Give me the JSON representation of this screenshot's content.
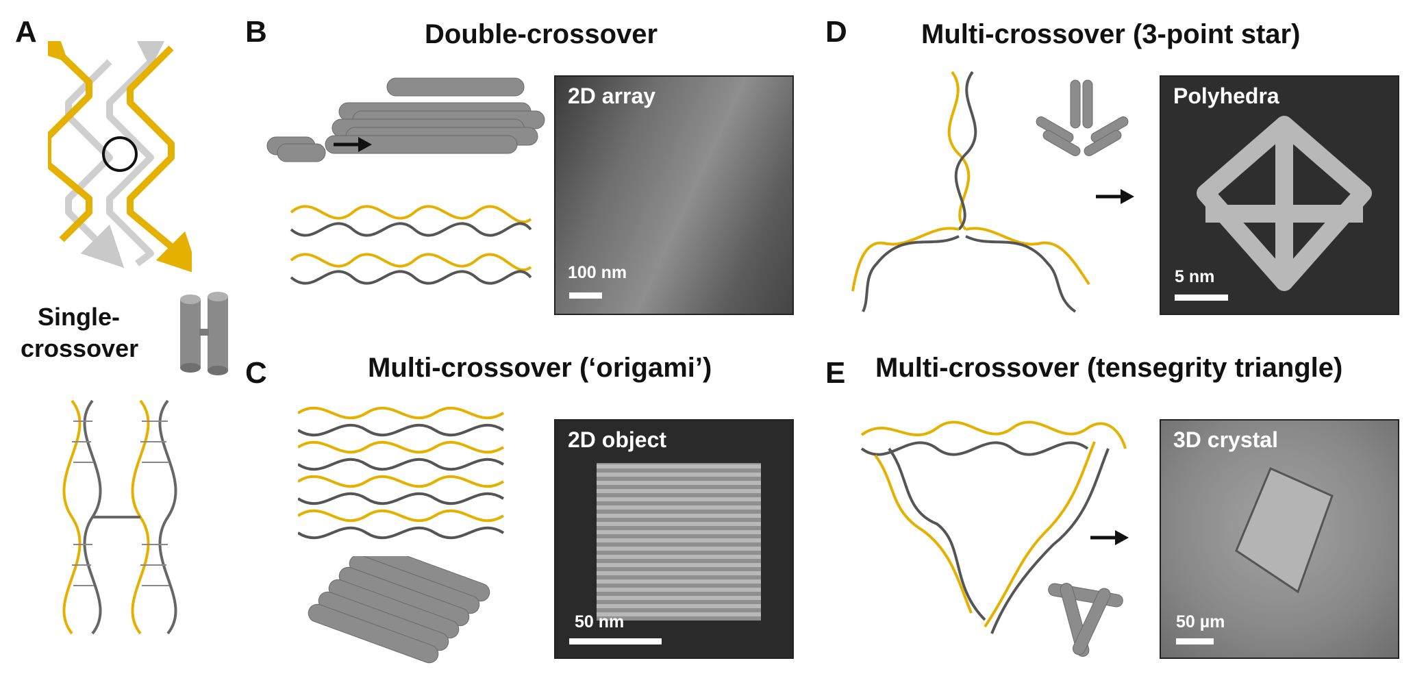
{
  "figure": {
    "colors": {
      "strand_gold": "#e5b100",
      "strand_gray": "#c9c9c9",
      "cylinder": "#8c8c8c",
      "background": "#ffffff",
      "micrograph": "#2b2b2b"
    },
    "panels": {
      "A": {
        "letter": "A",
        "label_line1": "Single-",
        "label_line2": "crossover"
      },
      "B": {
        "letter": "B",
        "title": "Double-crossover",
        "micrograph_label": "2D array",
        "scale": "100 nm"
      },
      "C": {
        "letter": "C",
        "title": "Multi-crossover (‘origami’)",
        "micrograph_label": "2D object",
        "scale": "50 nm"
      },
      "D": {
        "letter": "D",
        "title": "Multi-crossover (3-point star)",
        "micrograph_label": "Polyhedra",
        "scale": "5 nm"
      },
      "E": {
        "letter": "E",
        "title": "Multi-crossover (tensegrity triangle)",
        "micrograph_label": "3D crystal",
        "scale": "50 µm"
      }
    },
    "icons": [
      "arrow-right-icon",
      "crossover-circle-icon",
      "cylinder-icon",
      "helix-icon"
    ]
  }
}
